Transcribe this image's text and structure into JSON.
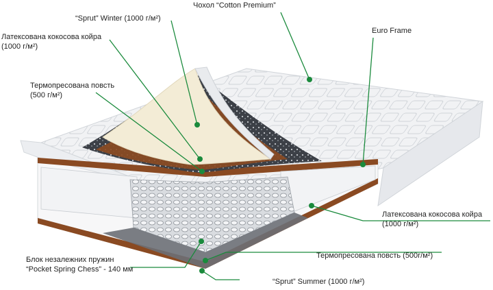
{
  "labels": {
    "sprut_winter": "“Sprut” Winter (1000 г/м²)",
    "cover": "Чохол “Cotton Premium”",
    "latex_coir_top_l1": "Латексована кокосова койра",
    "latex_coir_top_l2": "(1000 г/м²)",
    "euro_frame": "Euro Frame",
    "felt_top_l1": "Термопресована повсть",
    "felt_top_l2": "(500 г/м²)",
    "latex_coir_bottom_l1": "Латексована кокосова койра",
    "latex_coir_bottom_l2": "(1000 г/м²)",
    "springs_l1": "Блок незалежних пружин",
    "springs_l2": "“Pocket Spring Chess” - 140 мм",
    "felt_bottom": "Термопресована повсть (500г/м²)",
    "sprut_summer": "“Sprut” Summer (1000 г/м²)"
  },
  "colors": {
    "leader_line": "#1a8a3c",
    "dot": "#1a8a3c",
    "mattress_top": "#f1f2f4",
    "mattress_side": "#e4e6ea",
    "coir": "#8a4a22",
    "felt": "#5b5e63",
    "latex_layer": "#f3ecd6"
  }
}
